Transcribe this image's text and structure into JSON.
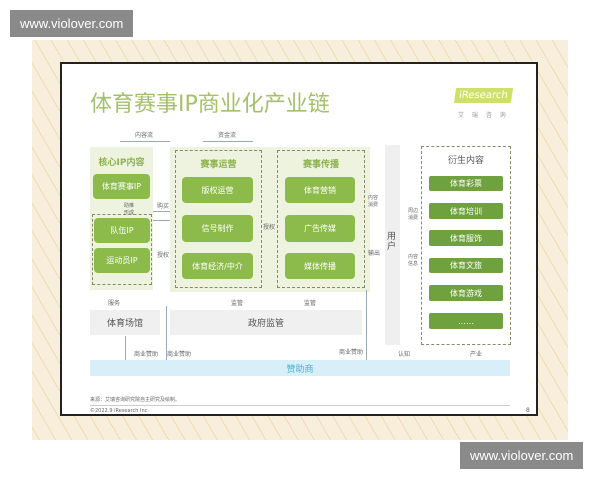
{
  "watermark": "www.violover.com",
  "title": "体育赛事IP商业化产业链",
  "logo": {
    "brand": "iResearch",
    "sub": "艾 瑞 咨 询"
  },
  "legend": {
    "content_flow": "内容流",
    "money_flow": "资金流"
  },
  "core": {
    "title": "核心IP内容",
    "items": [
      "体育赛事IP",
      "队伍IP",
      "运动员IP"
    ]
  },
  "ops": {
    "title": "赛事运营",
    "items": [
      "版权运营",
      "信号制作",
      "体育经济/中介"
    ]
  },
  "broadcast": {
    "title": "赛事传播",
    "items": [
      "体育营销",
      "广告传媒",
      "媒体传播"
    ]
  },
  "user": "用户",
  "derived": {
    "title": "衍生内容",
    "items": [
      "体育彩票",
      "体育培训",
      "体育服饰",
      "体育文旅",
      "体育游戏",
      "……"
    ]
  },
  "venue": "体育场馆",
  "gov": "政府监管",
  "sponsor": "赞助商",
  "labels": {
    "boost": "助推形成",
    "buy": "购买",
    "license1": "授权",
    "license2": "授权",
    "content_consume": "内容消费",
    "output": "输出",
    "peripheral": "周边消费",
    "content_info": "内容信息",
    "service": "服务",
    "supervise1": "监管",
    "supervise2": "监管",
    "sponsor1": "商业赞助",
    "sponsor2": "商业赞助",
    "sponsor3": "商业赞助",
    "cognition": "认知",
    "industry": "产业"
  },
  "footer": {
    "source": "来源：艾瑞咨询研究院自主研究及绘制。",
    "copyright": "©2022.9 iResearch Inc.",
    "page": "8"
  },
  "colors": {
    "green": "#8cbb4c",
    "dark_green": "#6fa23e",
    "title_green": "#a4c06a",
    "sponsor_bg": "#d8eef8",
    "sponsor_text": "#4ab4d0"
  }
}
